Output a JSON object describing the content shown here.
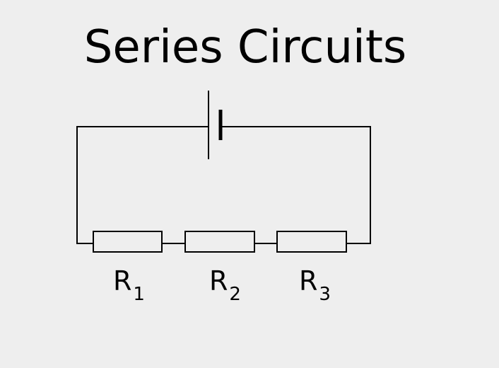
{
  "title": "Series Circuits",
  "resistors": [
    {
      "letter": "R",
      "index": "1"
    },
    {
      "letter": "R",
      "index": "2"
    },
    {
      "letter": "R",
      "index": "3"
    }
  ],
  "colors": {
    "background": "#eeeeee",
    "stroke": "#000000"
  }
}
